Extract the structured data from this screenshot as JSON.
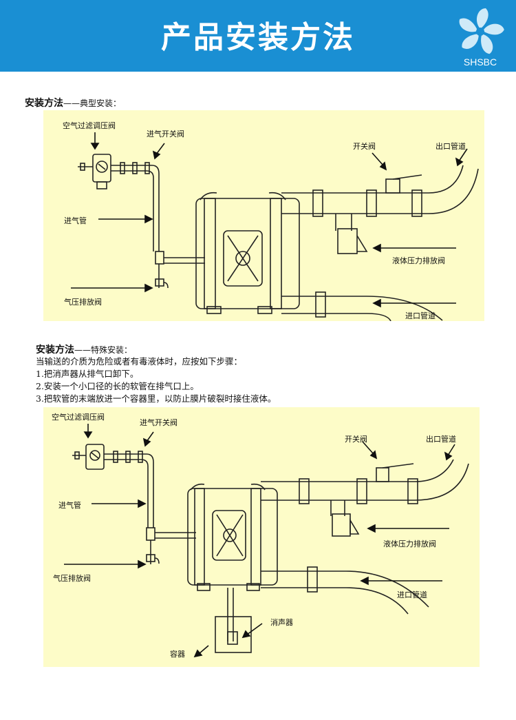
{
  "header": {
    "title": "产品安装方法",
    "logo_text": "SHSBC",
    "bg_color": "#1a8fd3"
  },
  "section1": {
    "title": "安装方法",
    "subtitle": "——典型安装："
  },
  "section2": {
    "title": "安装方法",
    "subtitle": "——特殊安装：",
    "intro": "当输送的介质为危险或者有毒液体时，应按如下步骤：",
    "steps": [
      "1.把消声器从排气口卸下。",
      "2.安装一个小口径的长的软管在排气口上。",
      "3.把软管的末端放进一个容器里，以防止膜片破裂时接住液体。"
    ]
  },
  "diagram1": {
    "labels": {
      "air_filter": "空气过滤调压阀",
      "inlet_valve": "进气开关阀",
      "air_pipe": "进气管",
      "air_release": "气压排放阀",
      "switch_valve": "开关阀",
      "outlet_pipe": "出口管道",
      "liquid_release": "液体压力排放阀",
      "inlet_pipe": "进口管道"
    }
  },
  "diagram2": {
    "labels": {
      "air_filter": "空气过滤调压阀",
      "inlet_valve": "进气开关阀",
      "air_pipe": "进气管",
      "air_release": "气压排放阀",
      "switch_valve": "开关阀",
      "outlet_pipe": "出口管道",
      "liquid_release": "液体压力排放阀",
      "inlet_pipe": "进口管道",
      "muffler": "消声器",
      "container": "容器"
    }
  },
  "colors": {
    "panel_bg": "#fdfcc8",
    "banner": "#1a8fd3"
  }
}
